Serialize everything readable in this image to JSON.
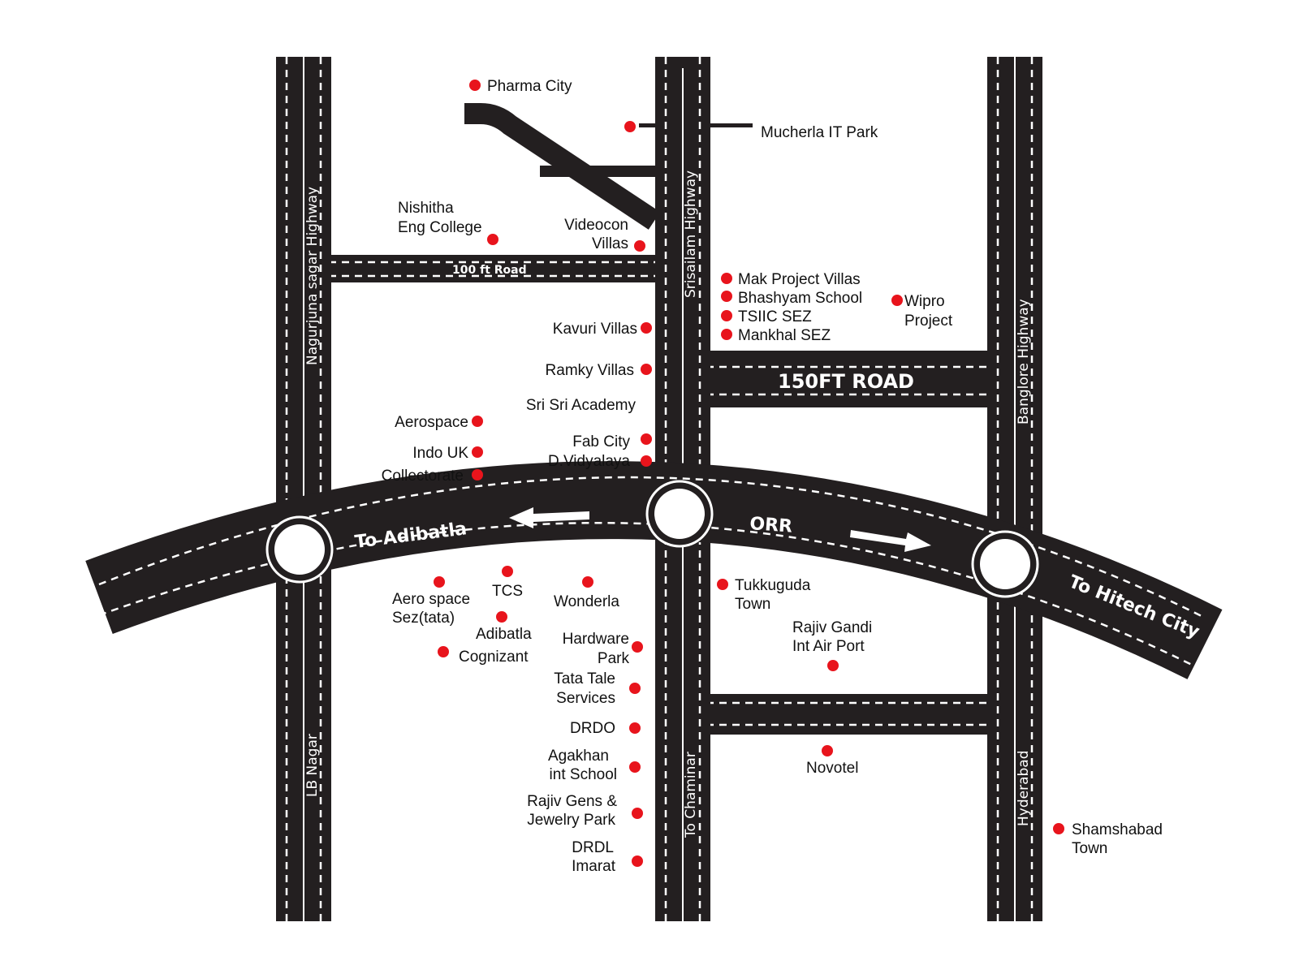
{
  "colors": {
    "road": "#231f20",
    "dash": "#ffffff",
    "marker": "#e8141c",
    "text": "#111111",
    "background": "#ffffff"
  },
  "roads": {
    "nagarjuna": "Nagurjuna sagar Highway",
    "lb_nagar": "LB Nagar",
    "srisailam": "Srisailam Highway",
    "to_chaminar": "To Chaminar",
    "banglore": "Banglore Highway",
    "hyderabad": "Hyderabad",
    "road_100ft": "100 ft Road",
    "road_150ft": "150FT ROAD",
    "to_adibatla": "To Adibatla",
    "orr": "ORR",
    "to_hitech": "To Hitech City"
  },
  "places": {
    "pharma_city": "Pharma City",
    "mucherla": "Mucherla IT Park",
    "nishitha_1": "Nishitha",
    "nishitha_2": "Eng College",
    "videocon_1": "Videocon",
    "videocon_2": "Villas",
    "mak": "Mak Project Villas",
    "bhashyam": "Bhashyam School",
    "tsiic": "TSIIC SEZ",
    "mankhal": "Mankhal SEZ",
    "wipro_1": "Wipro",
    "wipro_2": "Project",
    "kavuri": "Kavuri Villas",
    "ramky": "Ramky Villas",
    "srisri": "Sri Sri Academy",
    "aerospace": "Aerospace",
    "indo_uk": "Indo UK",
    "collectorate": "Collectorate",
    "fab_city": "Fab City",
    "dvidyalaya": "D.Vidyalaya",
    "aero_sez_1": "Aero space",
    "aero_sez_2": "Sez(tata)",
    "tcs": "TCS",
    "wonderla": "Wonderla",
    "adibatla": "Adibatla",
    "cognizant": "Cognizant",
    "hardware_1": "Hardware",
    "hardware_2": "Park",
    "tata_1": "Tata Tale",
    "tata_2": "Services",
    "drdo": "DRDO",
    "agakhan_1": "Agakhan",
    "agakhan_2": "int School",
    "rajiv_gens_1": "Rajiv Gens &",
    "rajiv_gens_2": "Jewelry Park",
    "drdl_1": "DRDL",
    "drdl_2": "Imarat",
    "tukkuguda_1": "Tukkuguda",
    "tukkuguda_2": "Town",
    "rgia_1": "Rajiv Gandi",
    "rgia_2": "Int Air Port",
    "novotel": "Novotel",
    "shamshabad_1": "Shamshabad",
    "shamshabad_2": "Town"
  }
}
